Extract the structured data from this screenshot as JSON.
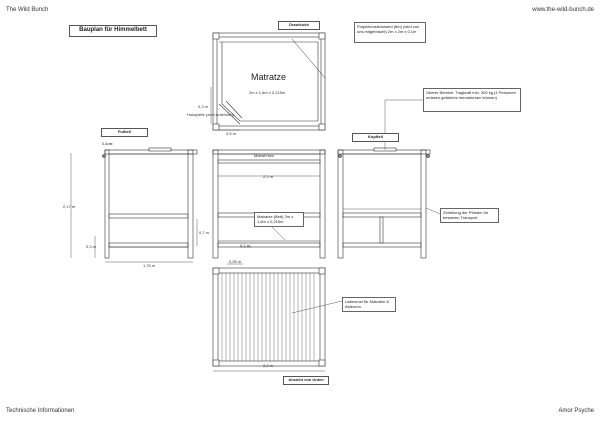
{
  "header": {
    "left": "The Wild Bunch",
    "right": "www.the-wild-bunch.de"
  },
  "footer": {
    "left": "Technische Informationen",
    "right": "Amor Psyche"
  },
  "title": "Bauplan für Himmelbett",
  "views": {
    "top": "Draufsicht",
    "foot": "Fußteil",
    "head": "Kopfteil",
    "bottom": "Ansicht von Unten"
  },
  "mattress": {
    "label": "Matratze",
    "size": "2m x 1,6m x 0,215m"
  },
  "notes": {
    "projection": "Projektionsleinwand (6m) (wird von uns mitgebracht) 2m x 2m x 0,1m",
    "frame_top": "Oberer Bereich: Tragkraft min. 300 kg (4 Personen müssen gefahrlos herumturnen können)",
    "split": "Zerteilung der Pfosten für besseren Transport",
    "mattress_note": "Matratze (Bett) 2m x 1,6m x 0,215m",
    "slats": "Lattenrost für Matratze & Akteuren",
    "wood_plate": "Holzplatte (zum Anlehnen)"
  },
  "labels": {
    "matrahmen": "Matrahmen"
  },
  "dims": {
    "d_03_top": "0,3 m",
    "d_05": "0,5 m",
    "d_01": "0,1 m",
    "d_217": "2,17 m",
    "d_175": "1,75 m",
    "d_03_side": "0,3 m",
    "d_22_mid": "2,2 m",
    "d_07": "0,7 m",
    "d_01b": "0,1 m",
    "d_005": "0,05 m",
    "d_22_bottom": "2,2 m"
  }
}
